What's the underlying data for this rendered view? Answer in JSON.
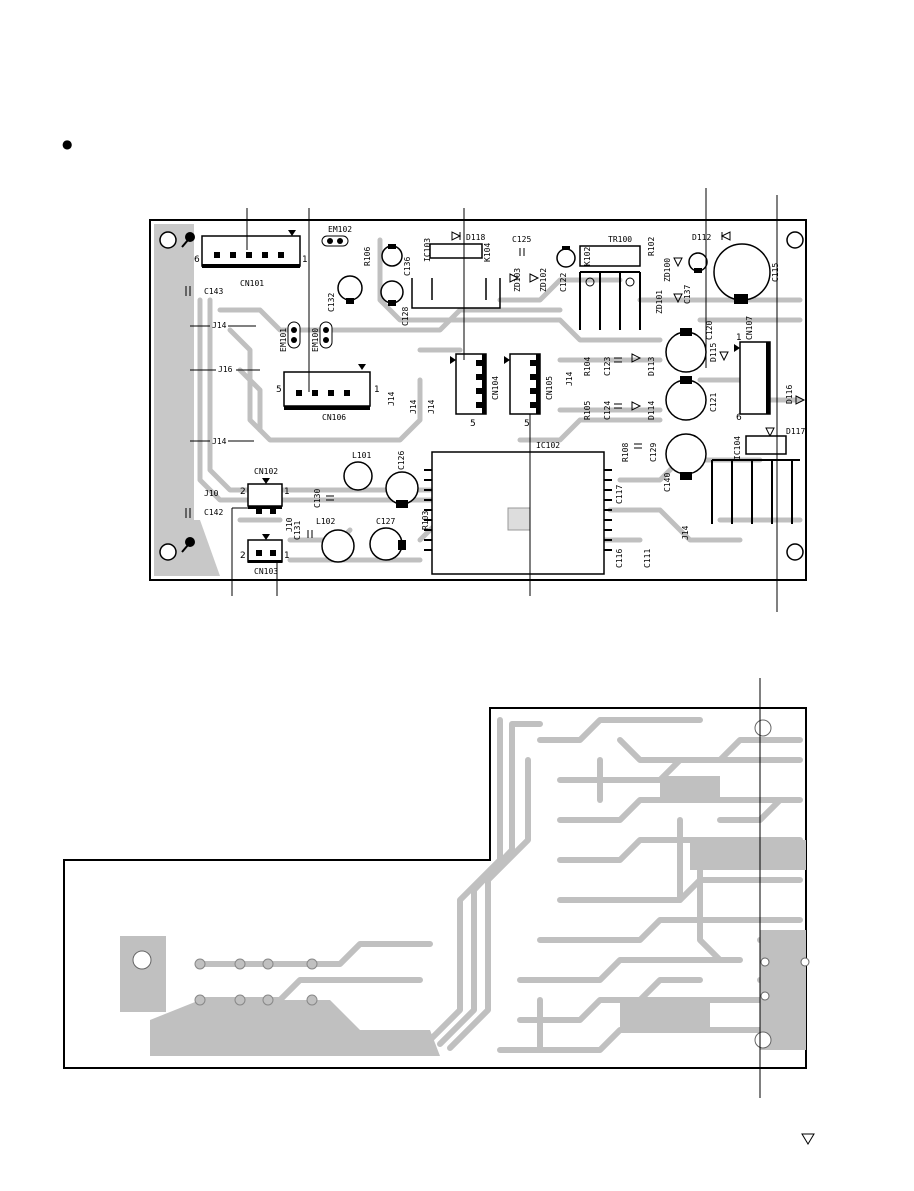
{
  "bullet": "●",
  "page_mark": "△",
  "components": {
    "CN101": "CN101",
    "CN102": "CN102",
    "CN103": "CN103",
    "CN104": "CN104",
    "CN105": "CN105",
    "CN106": "CN106",
    "CN107": "CN107",
    "EM100": "EM100",
    "EM101": "EM101",
    "EM102": "EM102",
    "IC102": "IC102",
    "IC103": "IC103",
    "IC104": "IC104",
    "K102": "K102",
    "K104": "K104",
    "TR100": "TR100",
    "D112": "D112",
    "D113": "D113",
    "D114": "D114",
    "D115": "D115",
    "D116": "D116",
    "D117": "D117",
    "D118": "D118",
    "ZD100": "ZD100",
    "ZD101": "ZD101",
    "ZD102": "ZD102",
    "ZD103": "ZD103",
    "R102": "R102",
    "R103": "R103",
    "R104": "R104",
    "R105": "R105",
    "R106": "R106",
    "R108": "R108",
    "L101": "L101",
    "L102": "L102",
    "C111": "C111",
    "C115": "C115",
    "C116": "C116",
    "C117": "C117",
    "C120": "C120",
    "C121": "C121",
    "C122": "C122",
    "C123": "C123",
    "C124": "C124",
    "C125": "C125",
    "C126": "C126",
    "C127": "C127",
    "C128": "C128",
    "C129": "C129",
    "C130": "C130",
    "C131": "C131",
    "C132": "C132",
    "C136": "C136",
    "C137": "C137",
    "C140": "C140",
    "C142": "C142",
    "C143": "C143",
    "J10": "J10",
    "J14": "J14",
    "J16": "J16"
  },
  "pins": {
    "one": "1",
    "two": "2",
    "five": "5",
    "six": "6"
  }
}
